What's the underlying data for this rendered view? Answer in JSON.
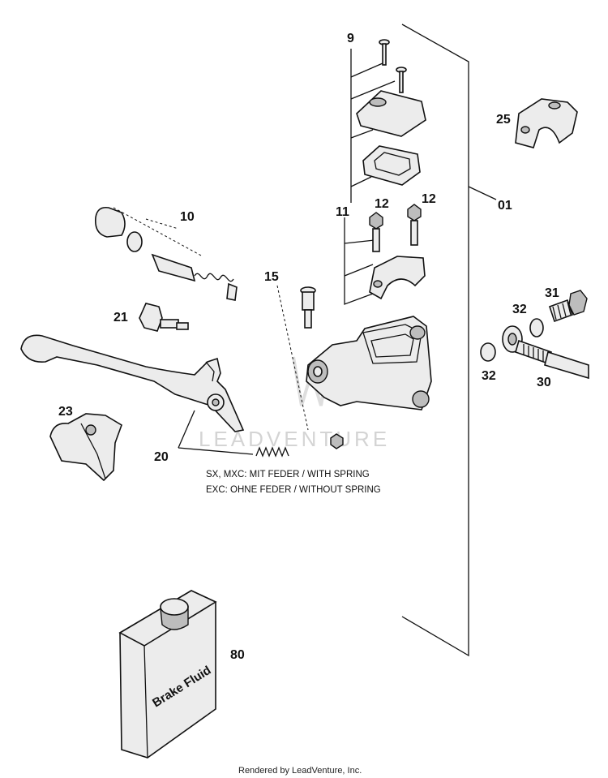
{
  "callouts": {
    "c9": "9",
    "c10": "10",
    "c11": "11",
    "c12a": "12",
    "c12b": "12",
    "c15": "15",
    "c20": "20",
    "c21": "21",
    "c23": "23",
    "c25": "25",
    "c01": "01",
    "c30": "30",
    "c31": "31",
    "c32a": "32",
    "c32b": "32",
    "c80": "80"
  },
  "notes": {
    "spring_line1": "SX, MXC: MIT FEDER / WITH SPRING",
    "spring_line2": "EXC: OHNE FEDER / WITHOUT SPRING"
  },
  "bottle_label": "Brake Fluid",
  "watermark": "LEADVENTURE",
  "footer": "Rendered by LeadVenture, Inc."
}
